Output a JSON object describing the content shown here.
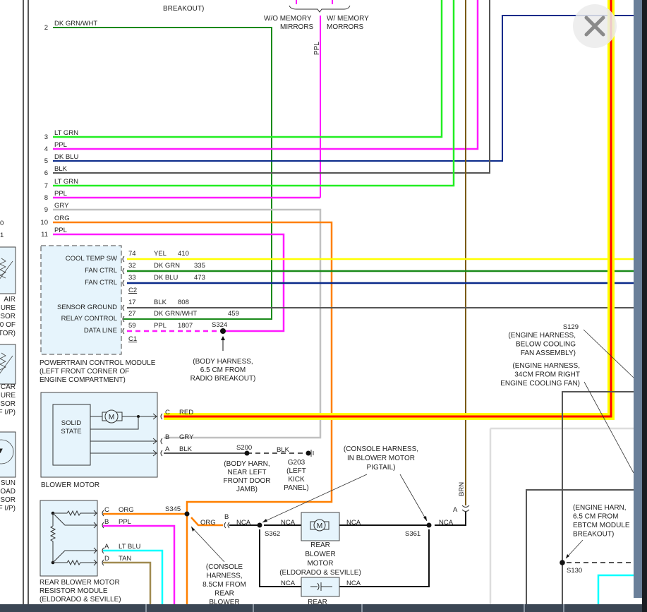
{
  "title": "Wiring diagram – cooling fan / blower motor circuit (Eldorado & Seville)",
  "colors": {
    "dk_grn": "#1a8a1a",
    "lt_grn": "#22ee22",
    "ppl": "#ff1aff",
    "dk_blu": "#0a2a8a",
    "blk": "#555555",
    "gry": "#c0c0c0",
    "org": "#ff8000",
    "yel": "#ffff00",
    "red": "#ff0000",
    "brn": "#7a5a10",
    "lt_blu": "#00ffff",
    "tan": "#a08a50",
    "module_fill": "#e6f4fc",
    "highlight": "#ffff00"
  },
  "top": {
    "breakout_note_line2": "BREAKOUT)",
    "wo_memory_1": "W/O MEMORY",
    "wo_memory_2": "MIRRORS",
    "w_memory_1": "W/ MEMORY",
    "w_memory_2": "MORRORS",
    "ppl_vertical": "PPL"
  },
  "connector_pins": [
    {
      "num": "2",
      "color": "DK GRN/WHT"
    },
    {
      "num": "3",
      "color": "LT GRN"
    },
    {
      "num": "4",
      "color": "PPL"
    },
    {
      "num": "5",
      "color": "DK BLU"
    },
    {
      "num": "6",
      "color": "BLK"
    },
    {
      "num": "7",
      "color": "LT GRN"
    },
    {
      "num": "8",
      "color": "PPL"
    },
    {
      "num": "9",
      "color": "GRY"
    },
    {
      "num": "10",
      "color": "ORG"
    },
    {
      "num": "11",
      "color": "PPL"
    }
  ],
  "left_edge": {
    "nums": [
      "0",
      "1"
    ],
    "sensor1": [
      "AIR",
      "URE",
      "SOR",
      "0 OF",
      "TOR)"
    ],
    "sensor2": [
      "CAR",
      "URE",
      "SOR",
      "F I/P)"
    ],
    "sensor3": [
      "SUN",
      "OAD",
      "SOR",
      "F I/P)"
    ]
  },
  "pcm": {
    "name_1": "POWERTRAIN CONTROL MODULE",
    "name_2": "(LEFT FRONT CORNER OF",
    "name_3": "ENGINE COMPARTMENT)",
    "connector_c2": "C2",
    "connector_c1": "C1",
    "pins": [
      {
        "label": "COOL TEMP SW",
        "pin": "74",
        "color": "YEL",
        "circuit": "410"
      },
      {
        "label": "FAN CTRL",
        "pin": "32",
        "color": "DK GRN",
        "circuit": "335"
      },
      {
        "label": "FAN CTRL",
        "pin": "33",
        "color": "DK BLU",
        "circuit": "473"
      },
      {
        "label": "SENSOR GROUND",
        "pin": "17",
        "color": "BLK",
        "circuit": "808"
      },
      {
        "label": "RELAY CONTROL",
        "pin": "27",
        "color": "DK GRN/WHT",
        "circuit": "459"
      },
      {
        "label": "DATA LINE",
        "pin": "59",
        "color": "PPL",
        "circuit": "1807"
      }
    ],
    "splice": "S324",
    "splice_note_1": "(BODY HARNESS,",
    "splice_note_2": "6.5 CM FROM",
    "splice_note_3": "RADIO BREAKOUT)"
  },
  "blower": {
    "name": "BLOWER MOTOR",
    "solid_state_1": "SOLID",
    "solid_state_2": "STATE",
    "motor_symbol": "M",
    "pins": [
      {
        "pin": "C",
        "color": "RED"
      },
      {
        "pin": "B",
        "color": "GRY"
      },
      {
        "pin": "A",
        "color": "BLK"
      }
    ],
    "splice": "S200",
    "splice_wire": "BLK",
    "splice_note": [
      "(BODY HARN,",
      "NEAR LEFT",
      "FRONT DOOR",
      "JAMB)"
    ],
    "ground": "G203",
    "ground_note": [
      "(LEFT",
      "KICK",
      "PANEL)"
    ]
  },
  "rear_resistor": {
    "name_1": "REAR BLOWER MOTOR",
    "name_2": "RESISTOR MODULE",
    "name_3": "(ELDORADO & SEVILLE)",
    "pins": [
      {
        "pin": "C",
        "color": "ORG"
      },
      {
        "pin": "B",
        "color": "PPL"
      },
      {
        "pin": "A",
        "color": "LT BLU"
      },
      {
        "pin": "D",
        "color": "TAN"
      }
    ]
  },
  "rear_circuit": {
    "s345": "S345",
    "org_label": "ORG",
    "conn_b": "B",
    "nca": "NCA",
    "s362": "S362",
    "s361": "S361",
    "conn_a": "A",
    "brn_vertical": "BRN",
    "console_note_1": [
      "(CONSOLE HARNESS,",
      "IN BLOWER MOTOR",
      "PIGTAIL)"
    ],
    "console_note_2": [
      "(CONSOLE",
      "HARNESS,",
      "8.5CM FROM",
      "REAR",
      "BLOWER"
    ],
    "rear_motor": [
      "REAR",
      "BLOWER",
      "MOTOR",
      "(ELDORADO & SEVILLE)"
    ],
    "rear_cap_label": "REAR"
  },
  "right": {
    "s129": "S129",
    "s129_note": [
      "(ENGINE HARNESS,",
      "BELOW COOLING",
      "FAN ASSEMBLY)"
    ],
    "fan_note": [
      "(ENGINE HARNESS,",
      "34CM FROM RIGHT",
      "ENGINE COOLING FAN)"
    ],
    "s130": "S130",
    "s130_note": [
      "(ENGINE HARN,",
      "6.5 CM FROM",
      "EBTCM MODULE",
      "BREAKOUT)"
    ]
  },
  "viewer": {
    "close_icon": "close-icon"
  }
}
